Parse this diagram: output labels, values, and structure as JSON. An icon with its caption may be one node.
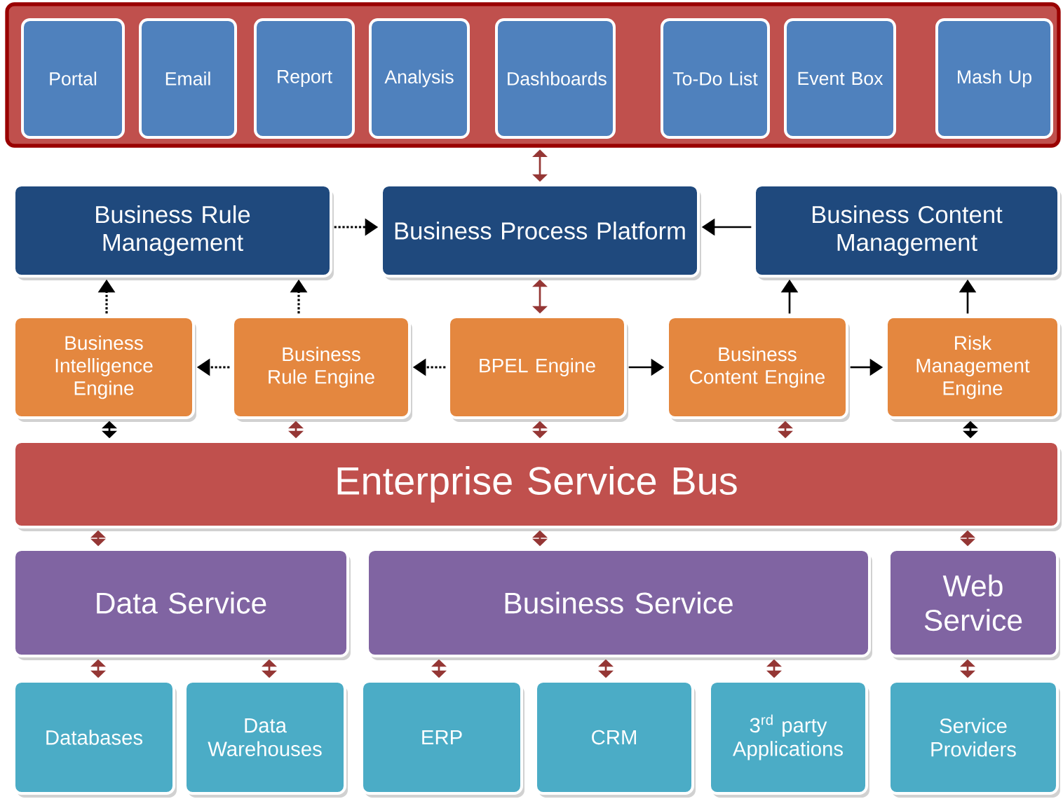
{
  "diagram": {
    "nodes": [
      {
        "text": [],
        "shape": "box"
      },
      {
        "text": [
          "Portal"
        ],
        "in": 0
      },
      {
        "text": [
          "Email"
        ],
        "in": 0
      },
      {
        "text": [
          "Report"
        ],
        "in": 0
      },
      {
        "text": [
          "Analysis"
        ],
        "in": 0
      },
      {
        "text": [
          "Dashboards"
        ],
        "in": 0
      },
      {
        "text": [
          "To-Do List"
        ],
        "in": 0
      },
      {
        "text": [
          "Event Box"
        ],
        "in": 0
      },
      {
        "text": [
          "Mash Up"
        ],
        "in": 0
      },
      {
        "text": [
          "Business Rule Management"
        ]
      },
      {
        "text": [
          "Business Process Platform"
        ]
      },
      {
        "text": [
          "Business Content Management"
        ]
      },
      {
        "text": [
          "Business Intelligence Engine"
        ]
      },
      {
        "text": [
          "Business Rule Engine"
        ]
      },
      {
        "text": [
          "BPEL Engine"
        ]
      },
      {
        "text": [
          "Business Content Engine"
        ]
      },
      {
        "text": [
          "Risk Management Engine"
        ]
      },
      {
        "text": [
          "Enterprise Service Bus"
        ]
      },
      {
        "text": [
          "Data Service"
        ]
      },
      {
        "text": [
          "Business Service"
        ]
      },
      {
        "text": [
          "Web Service"
        ]
      },
      {
        "text": [
          "Databases"
        ]
      },
      {
        "text": [
          "Data Warehouses"
        ]
      },
      {
        "text": [
          "ERP"
        ]
      },
      {
        "text": [
          "CRM"
        ]
      },
      {
        "text": [
          "3$^{rd}$ party Applications"
        ]
      },
      {
        "text": [
          "Service Providers"
        ]
      }
    ],
    "edges": [
      {
        "from": 0,
        "to": 10,
        "arrow": "both"
      },
      {
        "from": 9,
        "to": 10,
        "arrow": "to",
        "style": "dashed",
        "color": "#000000"
      },
      {
        "from": 11,
        "to": 10,
        "arrow": "to",
        "color": "#000000"
      },
      {
        "from": 10,
        "to": 14,
        "arrow": "both"
      },
      {
        "from": 12,
        "to": 9,
        "arrow": "to",
        "style": "dashed",
        "color": "#000000"
      },
      {
        "from": 13,
        "to": 9,
        "arrow": "to",
        "style": "dashed",
        "color": "#000000"
      },
      {
        "from": 13,
        "to": 12,
        "arrow": "to",
        "style": "dashed",
        "color": "#000000"
      },
      {
        "from": 14,
        "to": 13,
        "arrow": "to",
        "style": "dashed",
        "color": "#000000"
      },
      {
        "from": 14,
        "to": 15,
        "arrow": "to",
        "color": "#000000"
      },
      {
        "from": 15,
        "to": 16,
        "arrow": "to",
        "color": "#000000"
      },
      {
        "from": 15,
        "to": 11,
        "arrow": "to",
        "color": "#000000"
      },
      {
        "from": 16,
        "to": 11,
        "arrow": "to",
        "color": "#000000"
      },
      {
        "from": 12,
        "to": 17,
        "arrow": "both",
        "color": "#000000"
      },
      {
        "from": 13,
        "to": 17,
        "arrow": "both"
      },
      {
        "from": 14,
        "to": 17,
        "arrow": "both"
      },
      {
        "from": 15,
        "to": 17,
        "arrow": "both"
      },
      {
        "from": 16,
        "to": 17,
        "arrow": "both",
        "color": "#000000"
      },
      {
        "from": 17,
        "to": 18,
        "arrow": "both"
      },
      {
        "from": 17,
        "to": 19,
        "arrow": "both"
      },
      {
        "from": 17,
        "to": 20,
        "arrow": "both"
      },
      {
        "from": 18,
        "to": 21,
        "arrow": "both"
      },
      {
        "from": 18,
        "to": 22,
        "arrow": "both"
      },
      {
        "from": 19,
        "to": 23,
        "arrow": "both"
      },
      {
        "from": 19,
        "to": 24,
        "arrow": "both"
      },
      {
        "from": 19,
        "to": 25,
        "arrow": "both"
      },
      {
        "from": 20,
        "to": 26,
        "arrow": "both"
      }
    ]
  }
}
